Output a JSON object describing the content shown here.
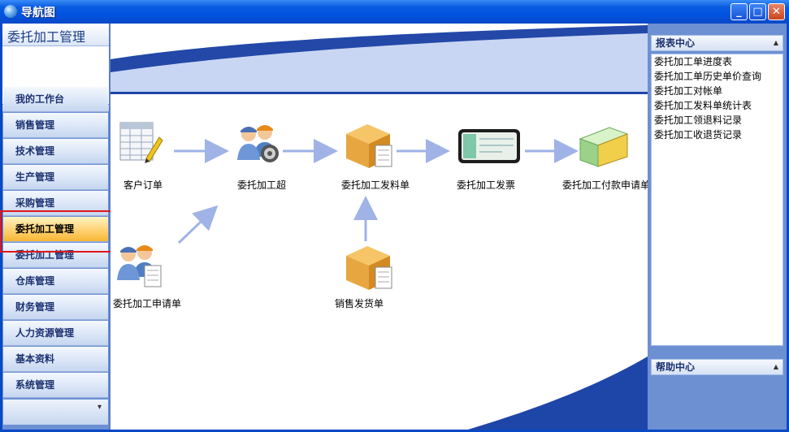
{
  "window": {
    "title": "导航图"
  },
  "left_panel": {
    "header": "委托加工管理",
    "nav_items": [
      {
        "label": "我的工作台"
      },
      {
        "label": "销售管理"
      },
      {
        "label": "技术管理"
      },
      {
        "label": "生产管理"
      },
      {
        "label": "采购管理"
      },
      {
        "label": "委托加工管理"
      },
      {
        "label": "委托加工管理"
      },
      {
        "label": "仓库管理"
      },
      {
        "label": "财务管理"
      },
      {
        "label": "人力资源管理"
      },
      {
        "label": "基本资料"
      },
      {
        "label": "系统管理"
      }
    ],
    "active_index": 5
  },
  "flow": {
    "nodes": [
      {
        "label": "客户订单",
        "icon": "spreadsheet-pencil-icon"
      },
      {
        "label": "委托加工超",
        "icon": "users-gear-icon"
      },
      {
        "label": "委托加工发料单",
        "icon": "box-document-icon"
      },
      {
        "label": "委托加工发票",
        "icon": "check-icon"
      },
      {
        "label": "委托加工付款申请单",
        "icon": "money-icon"
      },
      {
        "label": "委托加工申请单",
        "icon": "users-document-icon"
      },
      {
        "label": "销售发货单",
        "icon": "box-document-icon"
      }
    ]
  },
  "right_panel": {
    "report_title": "报表中心",
    "reports": [
      "委托加工单进度表",
      "委托加工单历史单价查询",
      "委托加工对帐单",
      "委托加工发料单统计表",
      "委托加工领退料记录",
      "委托加工收退货记录"
    ],
    "help_title": "帮助中心"
  },
  "colors": {
    "accent": "#1e46a8",
    "active_nav": "#f7b634",
    "highlight_border": "#e0161b"
  }
}
